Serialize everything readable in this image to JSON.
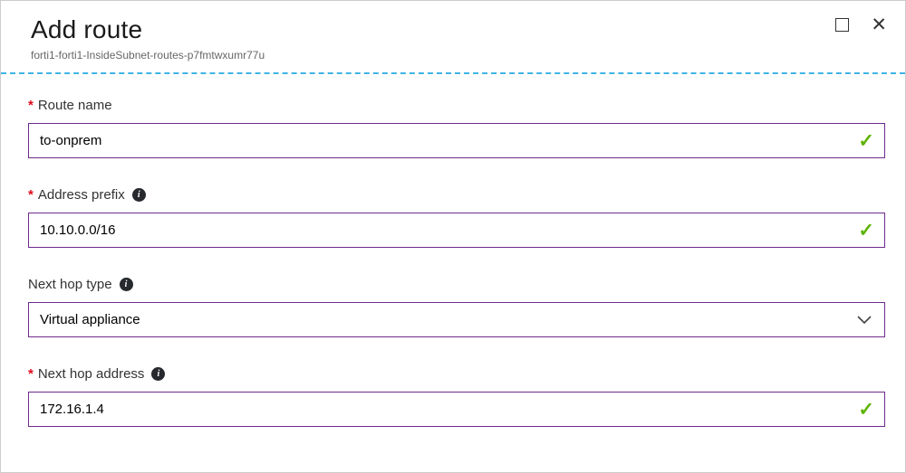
{
  "header": {
    "title": "Add route",
    "subtitle": "forti1-forti1-InsideSubnet-routes-p7fmtwxumr77u"
  },
  "glyphs": {
    "required": "*",
    "valid_check": "✓",
    "info": "i",
    "close": "✕"
  },
  "form": {
    "fields": [
      {
        "label": "Route name",
        "required": true,
        "has_info": false,
        "type": "text",
        "value": "to-onprem",
        "valid": true
      },
      {
        "label": "Address prefix",
        "required": true,
        "has_info": true,
        "type": "text",
        "value": "10.10.0.0/16",
        "valid": true
      },
      {
        "label": "Next hop type",
        "required": false,
        "has_info": true,
        "type": "select",
        "value": "Virtual appliance"
      },
      {
        "label": "Next hop address",
        "required": true,
        "has_info": true,
        "type": "text",
        "value": "172.16.1.4",
        "valid": true
      }
    ]
  },
  "colors": {
    "accent_purple": "#6f2b8d",
    "valid_green": "#5db300",
    "required_red": "#e00b1c",
    "separator_blue": "#3fb4e4"
  }
}
